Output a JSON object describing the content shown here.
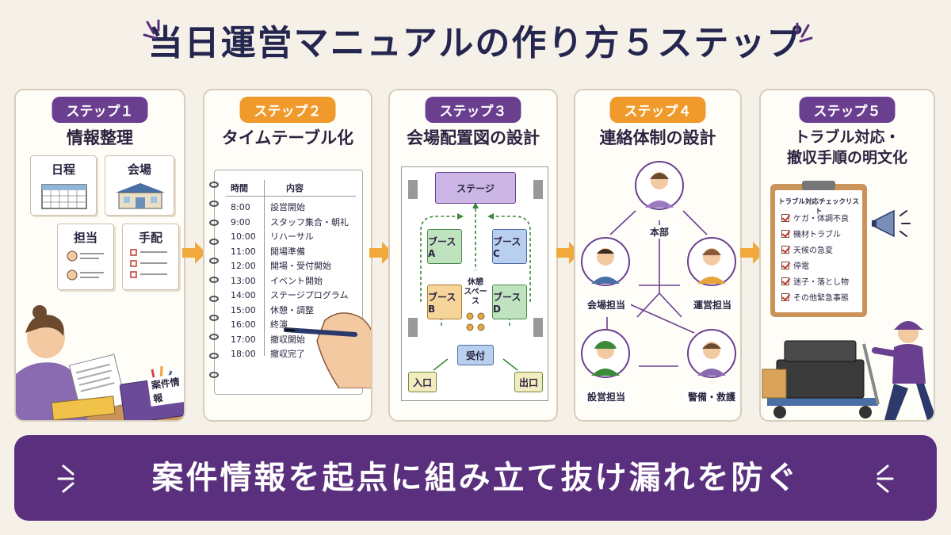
{
  "title": "当日運営マニュアルの作り方５ステップ",
  "colors": {
    "purple": "#6b3f8f",
    "orange": "#ef9a2a",
    "banner": "#5a2f7d",
    "arrow": "#f0a93a"
  },
  "steps": [
    {
      "badge": "ステップ１",
      "title": "情報整理",
      "cards": {
        "schedule": "日程",
        "venue": "会場",
        "staff": "担当",
        "arrangement": "手配",
        "binder": "案件情報"
      }
    },
    {
      "badge": "ステップ２",
      "title": "タイムテーブル化",
      "table": {
        "header_time": "時間",
        "header_item": "内容",
        "rows": [
          {
            "time": "8:00",
            "item": "設営開始"
          },
          {
            "time": "9:00",
            "item": "スタッフ集合・朝礼"
          },
          {
            "time": "10:00",
            "item": "リハーサル"
          },
          {
            "time": "11:00",
            "item": "開場準備"
          },
          {
            "time": "12:00",
            "item": "開場・受付開始"
          },
          {
            "time": "13:00",
            "item": "イベント開始"
          },
          {
            "time": "14:00",
            "item": "ステージプログラム"
          },
          {
            "time": "15:00",
            "item": "休憩・調整"
          },
          {
            "time": "16:00",
            "item": "終演"
          },
          {
            "time": "17:00",
            "item": "撤収開始"
          },
          {
            "time": "18:00",
            "item": "撤収完了"
          }
        ]
      }
    },
    {
      "badge": "ステップ３",
      "title": "会場配置図の設計",
      "layout": {
        "stage": "ステージ",
        "booth_a": "ブースA",
        "booth_b": "ブースB",
        "booth_c": "ブースC",
        "booth_d": "ブースD",
        "rest1": "休憩",
        "rest2": "スペース",
        "reception": "受付",
        "entrance": "入口",
        "exit": "出口"
      }
    },
    {
      "badge": "ステップ４",
      "title": "連絡体制の設計",
      "roles": {
        "hq": "本部",
        "venue": "会場担当",
        "ops": "運営担当",
        "setup": "設営担当",
        "security": "警備・救護"
      }
    },
    {
      "badge": "ステップ５",
      "title1": "トラブル対応・",
      "title2": "撤収手順の明文化",
      "checklist": {
        "title": "トラブル対応チェックリスト",
        "items": [
          "ケガ・体調不良",
          "機材トラブル",
          "天候の急変",
          "停電",
          "迷子・落とし物",
          "その他緊急事態"
        ]
      }
    }
  ],
  "banner": "案件情報を起点に組み立て抜け漏れを防ぐ"
}
